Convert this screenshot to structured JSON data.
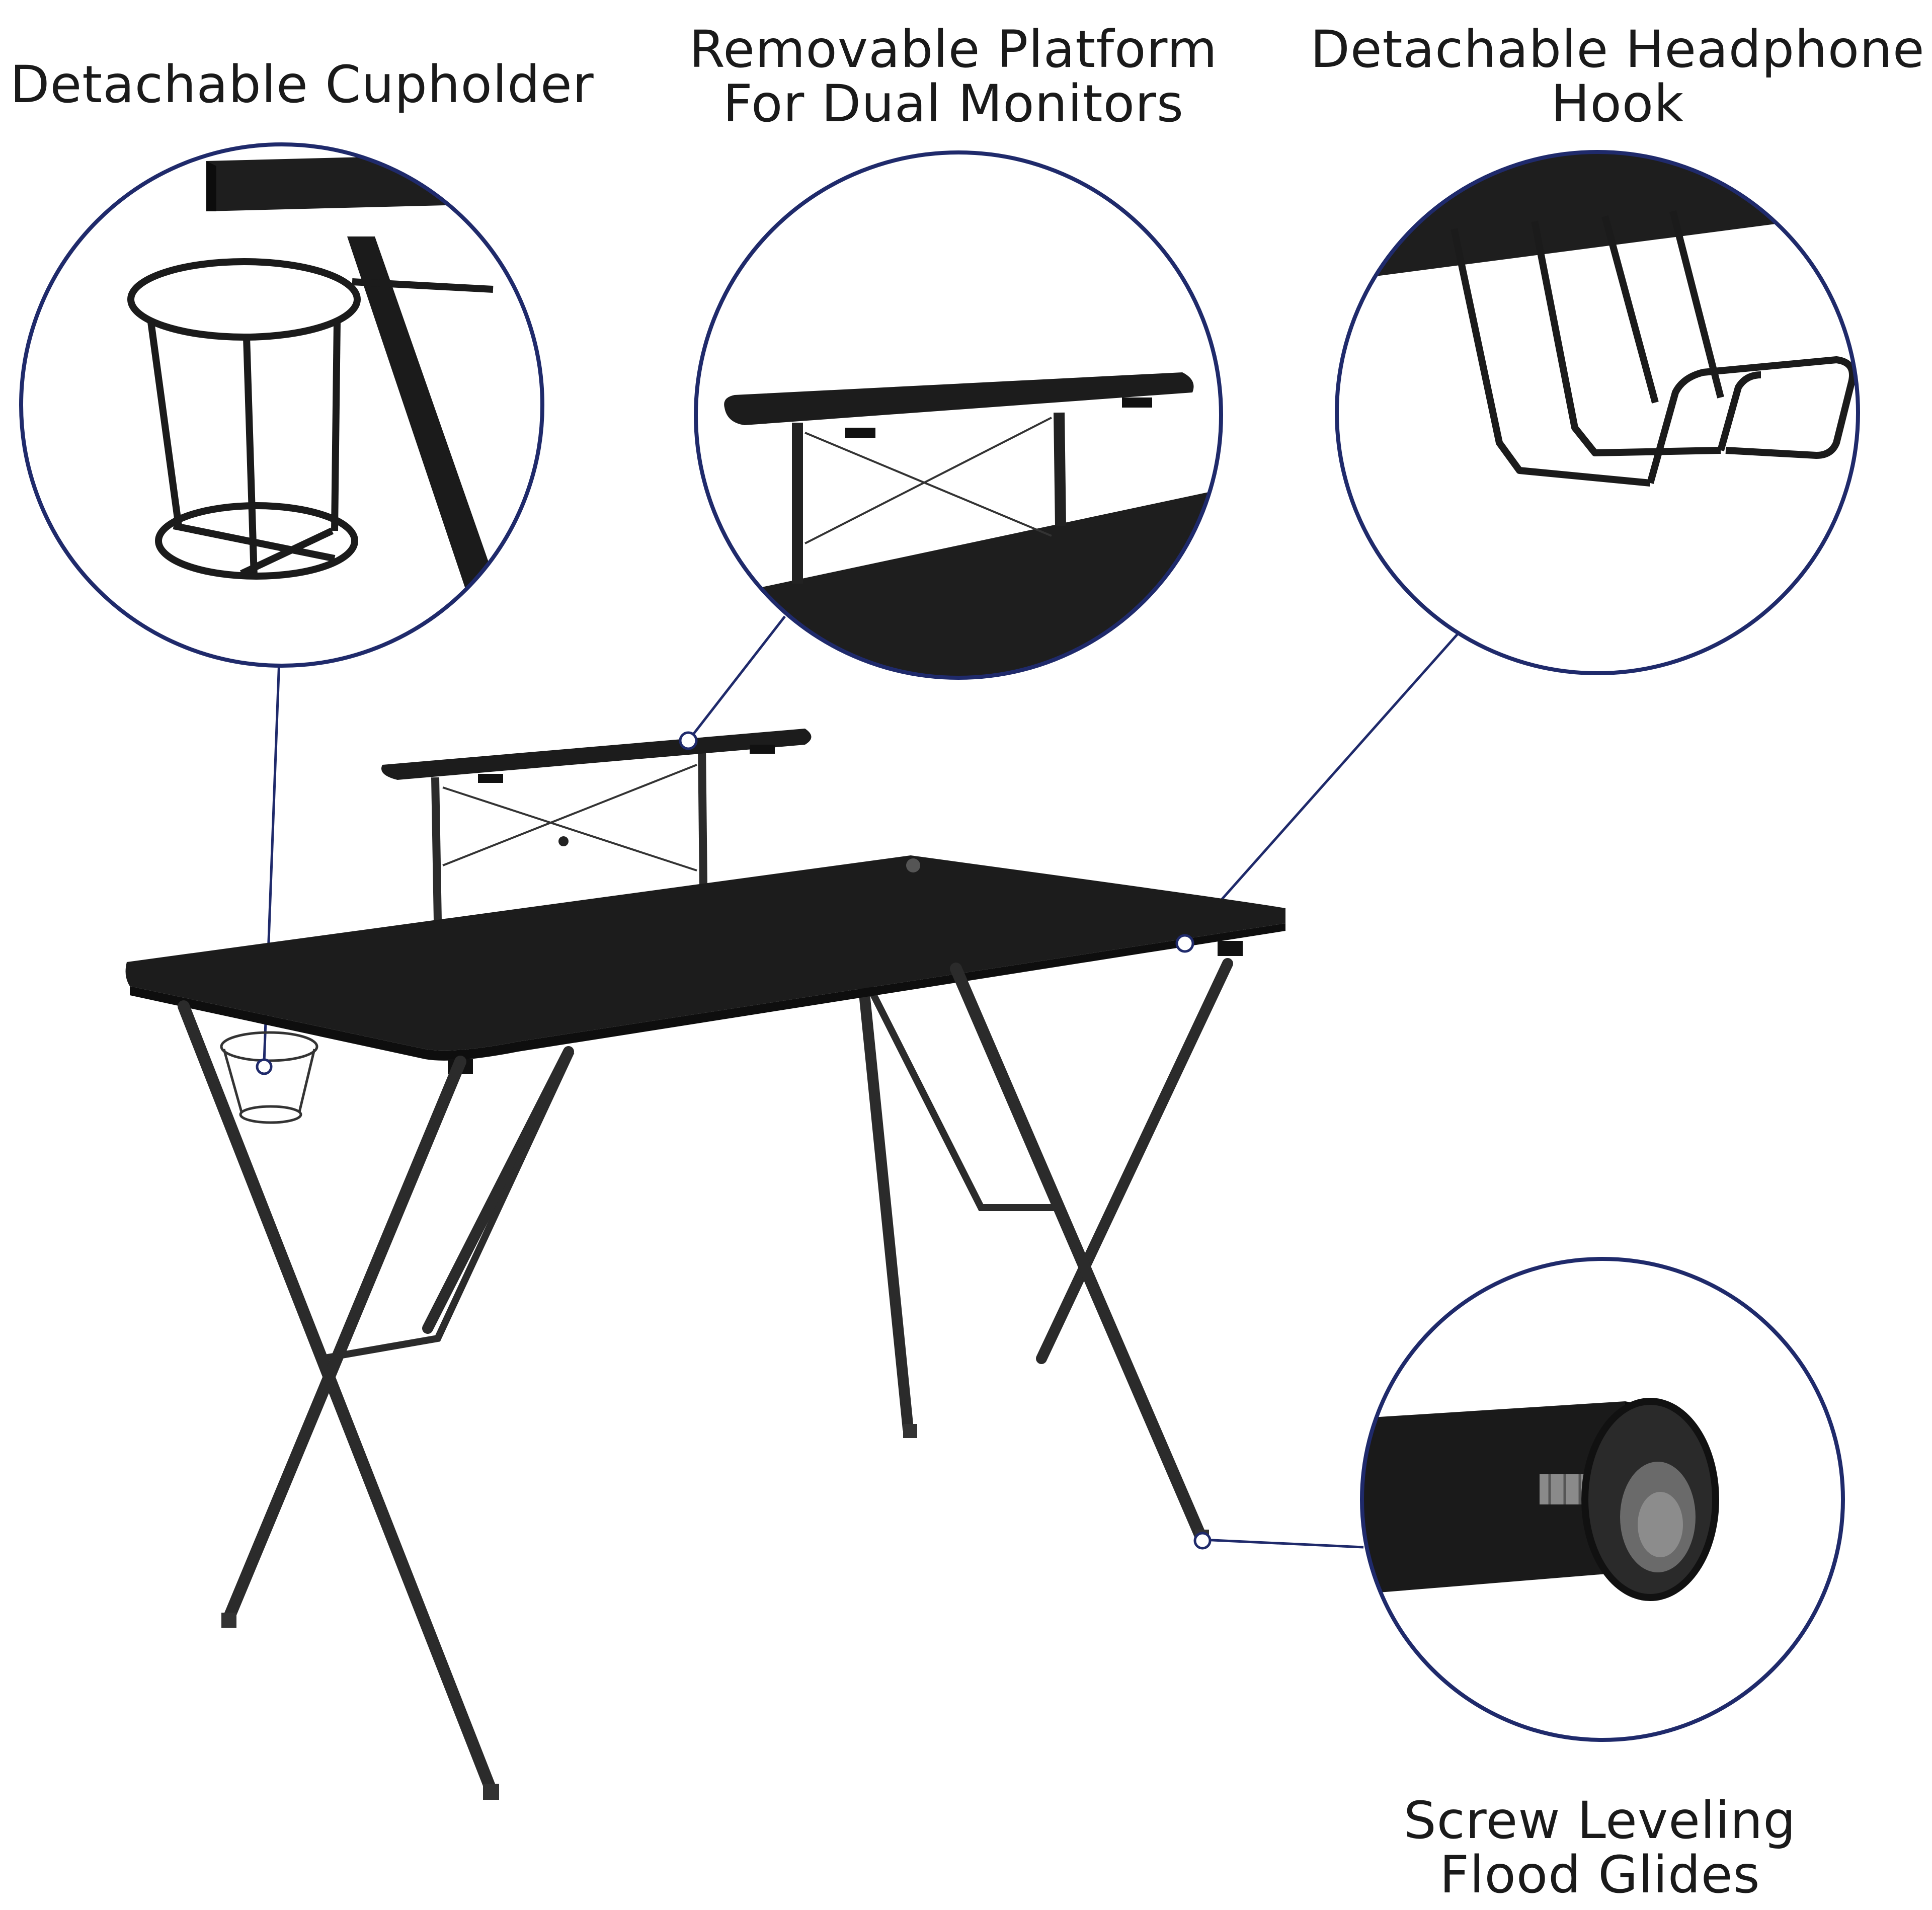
{
  "callouts": {
    "cupholder": {
      "lines": [
        "Detachable Cupholder"
      ]
    },
    "platform": {
      "lines": [
        "Removable Platform",
        "For Dual Monitors"
      ]
    },
    "headphone": {
      "lines": [
        "Detachable Headphone",
        "Hook"
      ]
    },
    "glides": {
      "lines": [
        "Screw Leveling",
        "Flood Glides"
      ]
    }
  },
  "colors": {
    "accent": "#1f2a6b",
    "desk": "#1c1c1c",
    "frame": "#2a2a2a",
    "background": "#ffffff"
  }
}
